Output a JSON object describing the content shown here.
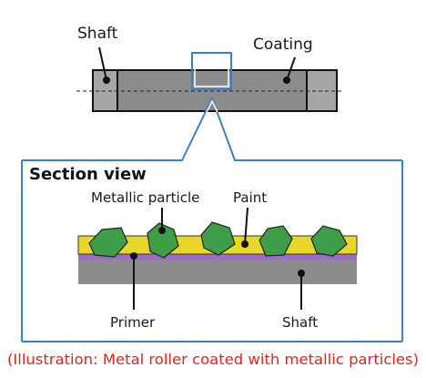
{
  "top": {
    "shaft_label": "Shaft",
    "coating_label": "Coating"
  },
  "section": {
    "title": "Section view",
    "metallic_particle_label": "Metallic particle",
    "paint_label": "Paint",
    "primer_label": "Primer",
    "shaft_label": "Shaft"
  },
  "caption": "(Illustration: Metal roller coated with metallic particles)",
  "colors": {
    "shaft_gray": "#8c8c8c",
    "shaft_end_gray": "#a6a6a6",
    "zoom_blue": "#3b7fc4",
    "paint_yellow": "#e8d62a",
    "primer_purple": "#9b6cc9",
    "particle_green": "#3e9e48",
    "caption_red": "#e0241b"
  },
  "icons": {
    "leader_dot": "filled-circle"
  }
}
